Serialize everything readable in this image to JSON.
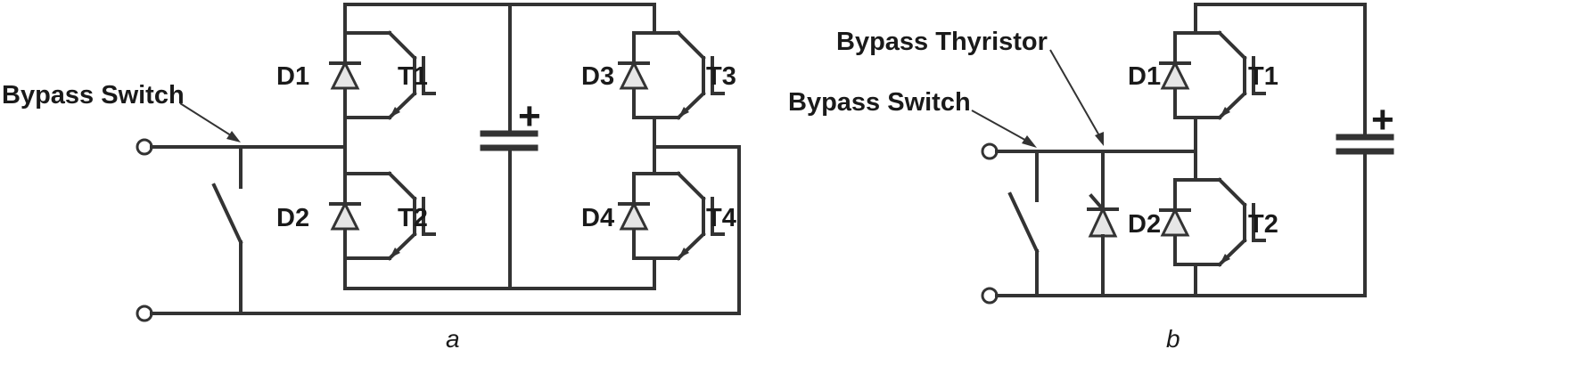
{
  "circuit_a": {
    "caption": "a",
    "bypass_switch_label": "Bypass Switch",
    "capacitor_polarity": "+",
    "devices": {
      "D1": "D1",
      "T1": "T1",
      "D2": "D2",
      "T2": "T2",
      "D3": "D3",
      "T3": "T3",
      "D4": "D4",
      "T4": "T4"
    }
  },
  "circuit_b": {
    "caption": "b",
    "bypass_switch_label": "Bypass Switch",
    "bypass_thyristor_label": "Bypass Thyristor",
    "capacitor_polarity": "+",
    "devices": {
      "D1": "D1",
      "T1": "T1",
      "D2": "D2",
      "T2": "T2"
    }
  },
  "colors": {
    "line": "#333333",
    "fill": "#e6e6e6"
  }
}
